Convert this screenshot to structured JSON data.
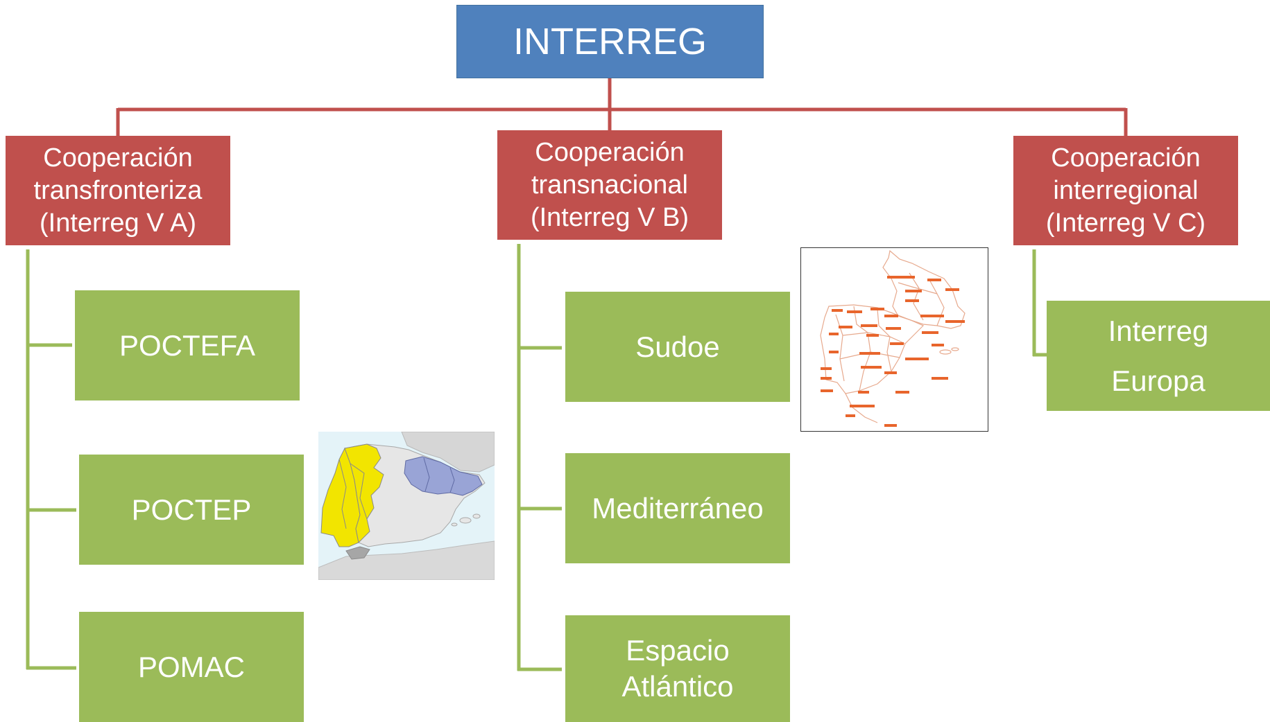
{
  "root": {
    "label": "INTERREG"
  },
  "categories": [
    {
      "lines": [
        "Cooperación",
        "transfronteriza",
        "(Interreg V A)"
      ]
    },
    {
      "lines": [
        "Cooperación",
        "transnacional",
        "(Interreg V B)"
      ]
    },
    {
      "lines": [
        "Cooperación",
        "interregional",
        "(Interreg V C)"
      ]
    }
  ],
  "programs": {
    "poctefa": {
      "label": "POCTEFA"
    },
    "poctep": {
      "label": "POCTEP"
    },
    "pomac": {
      "label": "POMAC"
    },
    "sudoe": {
      "label": "Sudoe"
    },
    "mediterraneo": {
      "label": "Mediterráneo"
    },
    "espacio_atlantico": {
      "lines": [
        "Espacio",
        "Atlántico"
      ]
    },
    "interreg_europa": {
      "lines": [
        "Interreg",
        "Europa"
      ]
    }
  },
  "colors": {
    "root": "#4f81bd",
    "category": "#c0504d",
    "program": "#9bbb59",
    "connector_top": "#c0504d",
    "connector_branch": "#9bbb59"
  }
}
